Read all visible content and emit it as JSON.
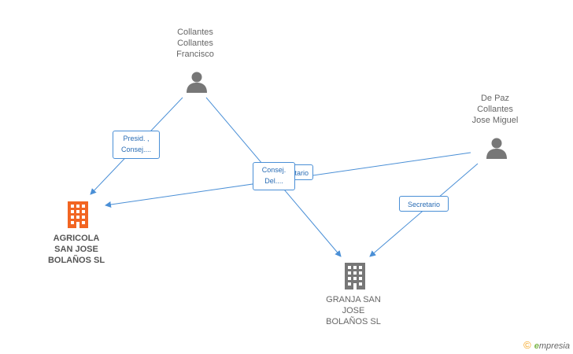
{
  "persons": [
    {
      "id": "collantes",
      "name_lines": [
        "Collantes",
        "Collantes",
        "Francisco"
      ]
    },
    {
      "id": "depaz",
      "name_lines": [
        "De Paz",
        "Collantes",
        "Jose Miguel"
      ]
    }
  ],
  "companies": [
    {
      "id": "agricola",
      "name_lines": [
        "AGRICOLA",
        "SAN JOSE",
        "BOLAÑOS SL"
      ],
      "highlight": true
    },
    {
      "id": "granja",
      "name_lines": [
        "GRANJA SAN",
        "JOSE",
        "BOLAÑOS SL"
      ],
      "highlight": false
    }
  ],
  "relations": [
    {
      "from": "collantes",
      "to": "agricola",
      "label_lines": [
        "Presid. ,",
        "Consej...."
      ]
    },
    {
      "from": "collantes",
      "to": "granja",
      "label_lines": [
        "Consej.",
        "Del...."
      ]
    },
    {
      "from": "depaz",
      "to": "agricola",
      "label_lines": [
        "Secretario"
      ]
    },
    {
      "from": "depaz",
      "to": "granja",
      "label_lines": [
        "Secretario"
      ]
    }
  ],
  "colors": {
    "edge": "#4a8fd6",
    "person_icon": "#777777",
    "company_highlight": "#f26522",
    "company_default": "#777777"
  },
  "brand": {
    "copyright": "©",
    "logo_initial": "e",
    "logo_rest": "mpresia"
  }
}
